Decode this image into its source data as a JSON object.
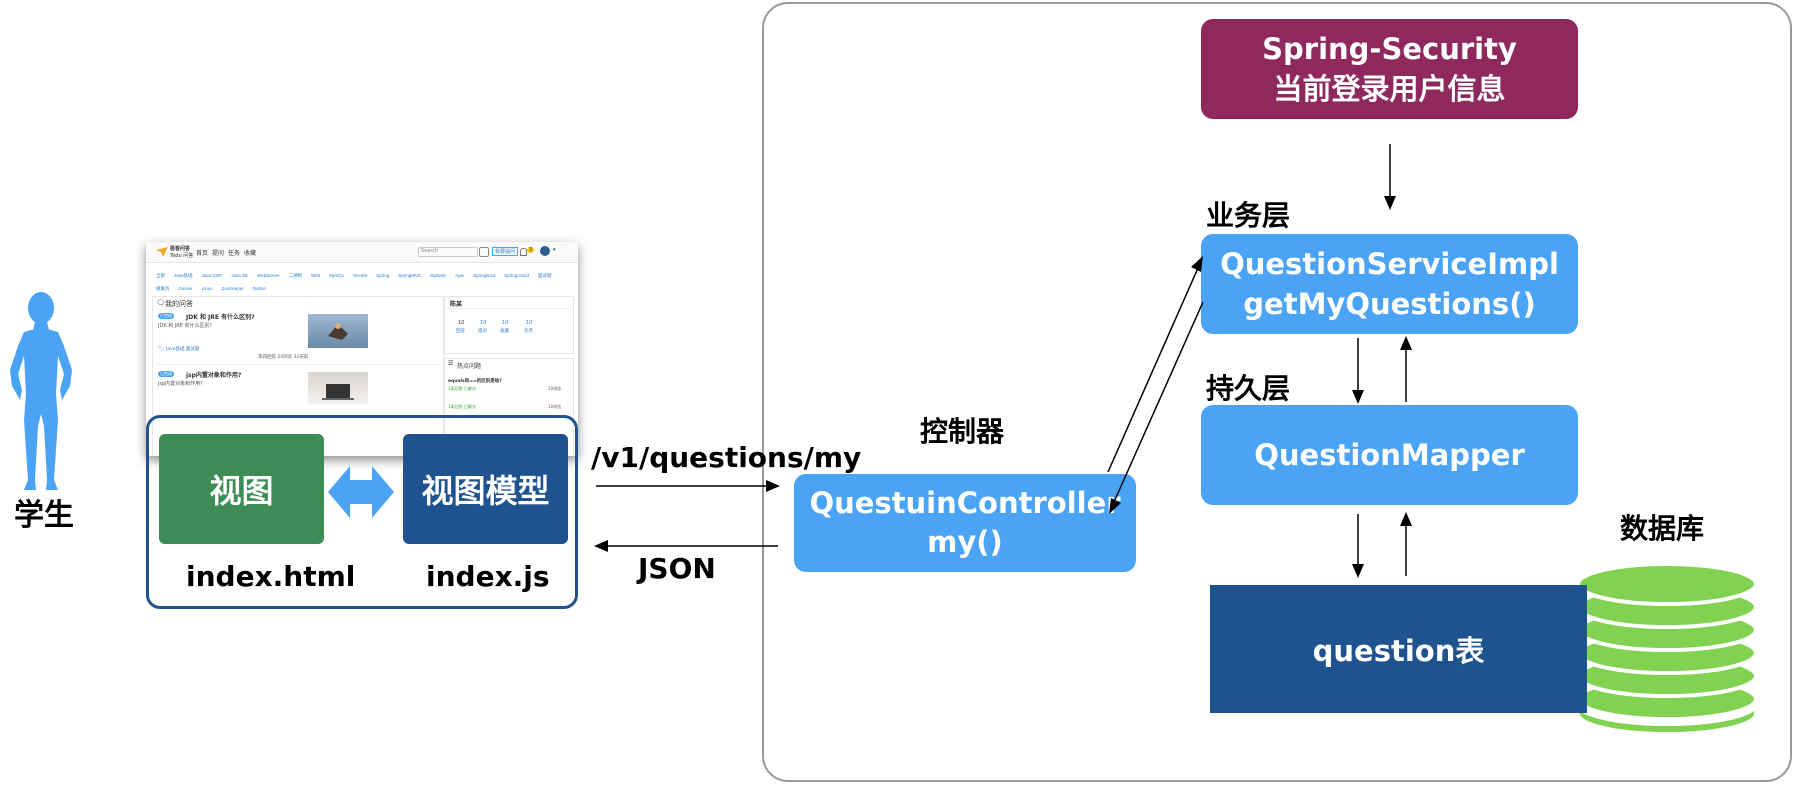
{
  "student": {
    "label": "学生"
  },
  "screenshot": {
    "brand_line1": "极客问答",
    "brand_line2": "Tedu 问答",
    "nav": [
      "首页",
      "提问",
      "任务",
      "收藏"
    ],
    "search_placeholder": "Search",
    "ask_button": "我要提问",
    "badge": "3",
    "tags_row1": [
      "全部",
      "Java基础",
      "Java OOP",
      "Java SE",
      "WebServer",
      "二进制",
      "Web",
      "MySQL",
      "Servlet",
      "Spring",
      "SpringMVC",
      "MyBatis",
      "Ajax",
      "SpringBoot",
      "SpringCloud",
      "面试题"
    ],
    "tags_row2": [
      "微服务",
      "Docker",
      "Linux",
      "ZooKeeper",
      "Dubbo"
    ],
    "my_questions_title": "我的问答",
    "q1_status": "已完成",
    "q1_title": "JDK 和 JRE 有什么区别?",
    "q1_desc": "JDK 和 JRE 有什么区别?",
    "q1_tags": "Java基础  面试题",
    "q1_meta": "李四回答  24浏览  31天前",
    "q2_status": "已完成",
    "q2_title": "jsp内置对象和作用?",
    "q2_desc": "jsp内置对象和作用?",
    "user_name": "陈某",
    "stats": [
      {
        "num": "10",
        "label": "回答"
      },
      {
        "num": "10",
        "label": "提问"
      },
      {
        "num": "10",
        "label": "收藏"
      },
      {
        "num": "10",
        "label": "任务"
      }
    ],
    "hot_title": "热点问题",
    "hot1": "equals和==的区别是啥?",
    "hot1_meta": "1条回答  已解决",
    "hot1_views": "10浏览",
    "hot2_meta": "1条回答  已解决",
    "hot2_views": "10浏览"
  },
  "frontend": {
    "view_label": "视图",
    "viewmodel_label": "视图模型",
    "view_file": "index.html",
    "viewmodel_file": "index.js"
  },
  "request_label": "/v1/questions/my",
  "response_label": "JSON",
  "controller": {
    "caption": "控制器",
    "line1": "QuestuinController",
    "line2": "my()"
  },
  "security": {
    "line1": "Spring-Security",
    "line2": "当前登录用户信息"
  },
  "service": {
    "caption": "业务层",
    "line1": "QuestionServiceImpl",
    "line2": "getMyQuestions()"
  },
  "persistence": {
    "caption": "持久层",
    "line1": "QuestionMapper"
  },
  "database": {
    "caption": "数据库",
    "table_label": "question表"
  },
  "colors": {
    "security": "#8e285d",
    "light_blue": "#4aa3f5",
    "dark_blue": "#1f538f",
    "view_green": "#3d8c56",
    "db_green": "#82d252",
    "frame_border": "#999999"
  }
}
